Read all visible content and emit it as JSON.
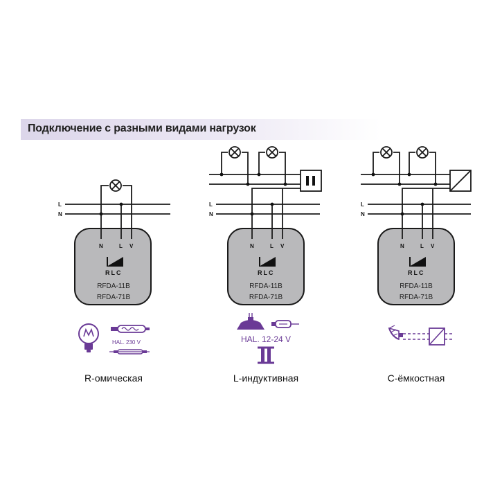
{
  "header": {
    "title": "Подключение с разными видами нагрузок"
  },
  "terminals": {
    "n": "N",
    "l": "L",
    "v": "V"
  },
  "lines": {
    "l": "L",
    "n": "N"
  },
  "device": {
    "brand": "RLC",
    "model1": "RFDA-11B",
    "model2": "RFDA-71B"
  },
  "panels": [
    {
      "caption": "R-омическая",
      "icon_label": "HAL. 230 V",
      "icons": [
        "incandescent-bulb-icon",
        "halogen-tube-icon",
        "linear-halogen-icon"
      ]
    },
    {
      "caption": "L-индуктивная",
      "icon_label": "HAL. 12-24 V",
      "icons": [
        "halogen-spot-icon",
        "halogen-capsule-icon",
        "transformer-icon"
      ]
    },
    {
      "caption": "C-ёмкостная",
      "icon_label": "",
      "icons": [
        "led-spot-icon",
        "electronic-driver-icon"
      ]
    }
  ],
  "colors": {
    "accent": "#6a3a96",
    "device_fill": "#b9b9bb",
    "header_band": "#dcd6ea"
  }
}
